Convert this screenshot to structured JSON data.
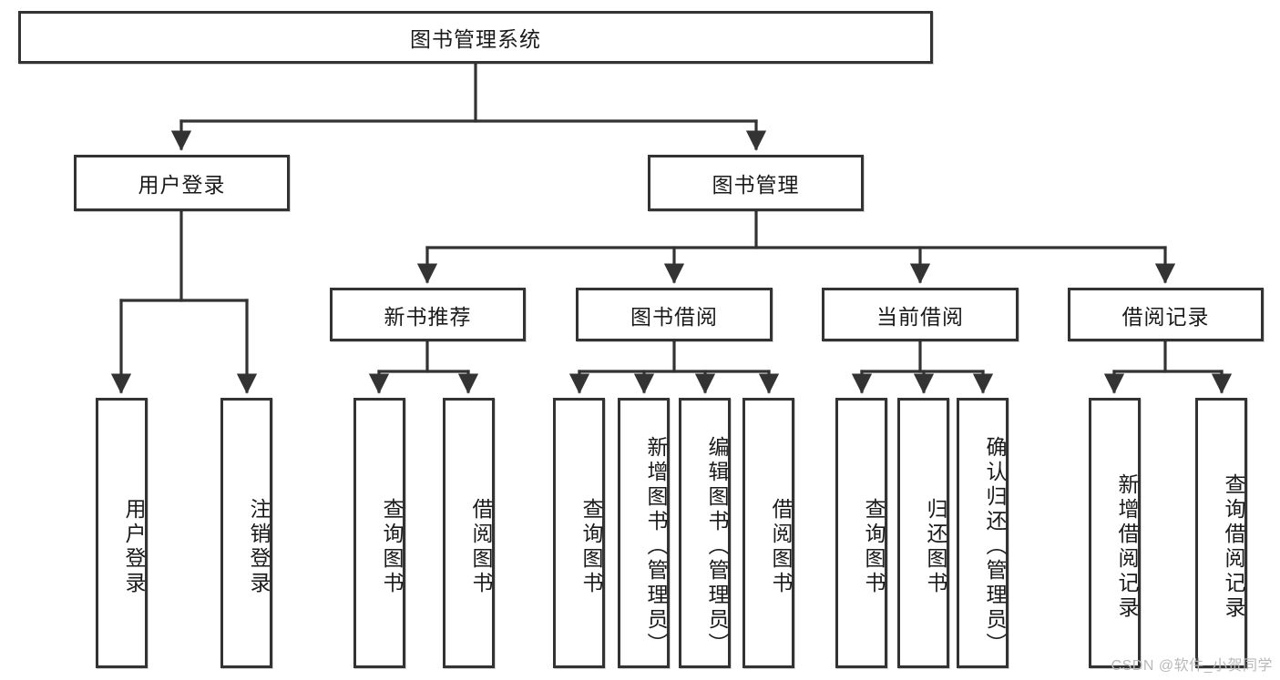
{
  "diagram": {
    "title_node": {
      "label": "图书管理系统"
    },
    "level2": [
      {
        "id": "user-login",
        "label": "用户登录"
      },
      {
        "id": "book-management",
        "label": "图书管理"
      }
    ],
    "level3": [
      {
        "id": "new-book-recommend",
        "label": "新书推荐"
      },
      {
        "id": "book-borrow",
        "label": "图书借阅"
      },
      {
        "id": "current-borrow",
        "label": "当前借阅"
      },
      {
        "id": "borrow-record",
        "label": "借阅记录"
      }
    ],
    "leaves": {
      "user_login": [
        {
          "id": "leaf-user-login",
          "label": "用户登录"
        },
        {
          "id": "leaf-logout-login",
          "label": "注销登录"
        }
      ],
      "new_book_recommend": [
        {
          "id": "leaf-query-book-1",
          "label": "查询图书"
        },
        {
          "id": "leaf-borrow-book-1",
          "label": "借阅图书"
        }
      ],
      "book_borrow": [
        {
          "id": "leaf-query-book-2",
          "label": "查询图书"
        },
        {
          "id": "leaf-add-book",
          "label": "新增图书（管理员）"
        },
        {
          "id": "leaf-edit-book",
          "label": "编辑图书（管理员）"
        },
        {
          "id": "leaf-borrow-book-2",
          "label": "借阅图书"
        }
      ],
      "current_borrow": [
        {
          "id": "leaf-query-book-3",
          "label": "查询图书"
        },
        {
          "id": "leaf-return-book",
          "label": "归还图书"
        },
        {
          "id": "leaf-confirm-return",
          "label": "确认归还（管理员）"
        }
      ],
      "borrow_record": [
        {
          "id": "leaf-add-record",
          "label": "新增借阅记录"
        },
        {
          "id": "leaf-query-record",
          "label": "查询借阅记录"
        }
      ]
    },
    "watermark": "CSDN @软件_小贺同学",
    "colors": {
      "stroke": "#333333",
      "background": "#ffffff",
      "text": "#1a1a1a",
      "watermark": "#b9b9b9"
    }
  }
}
